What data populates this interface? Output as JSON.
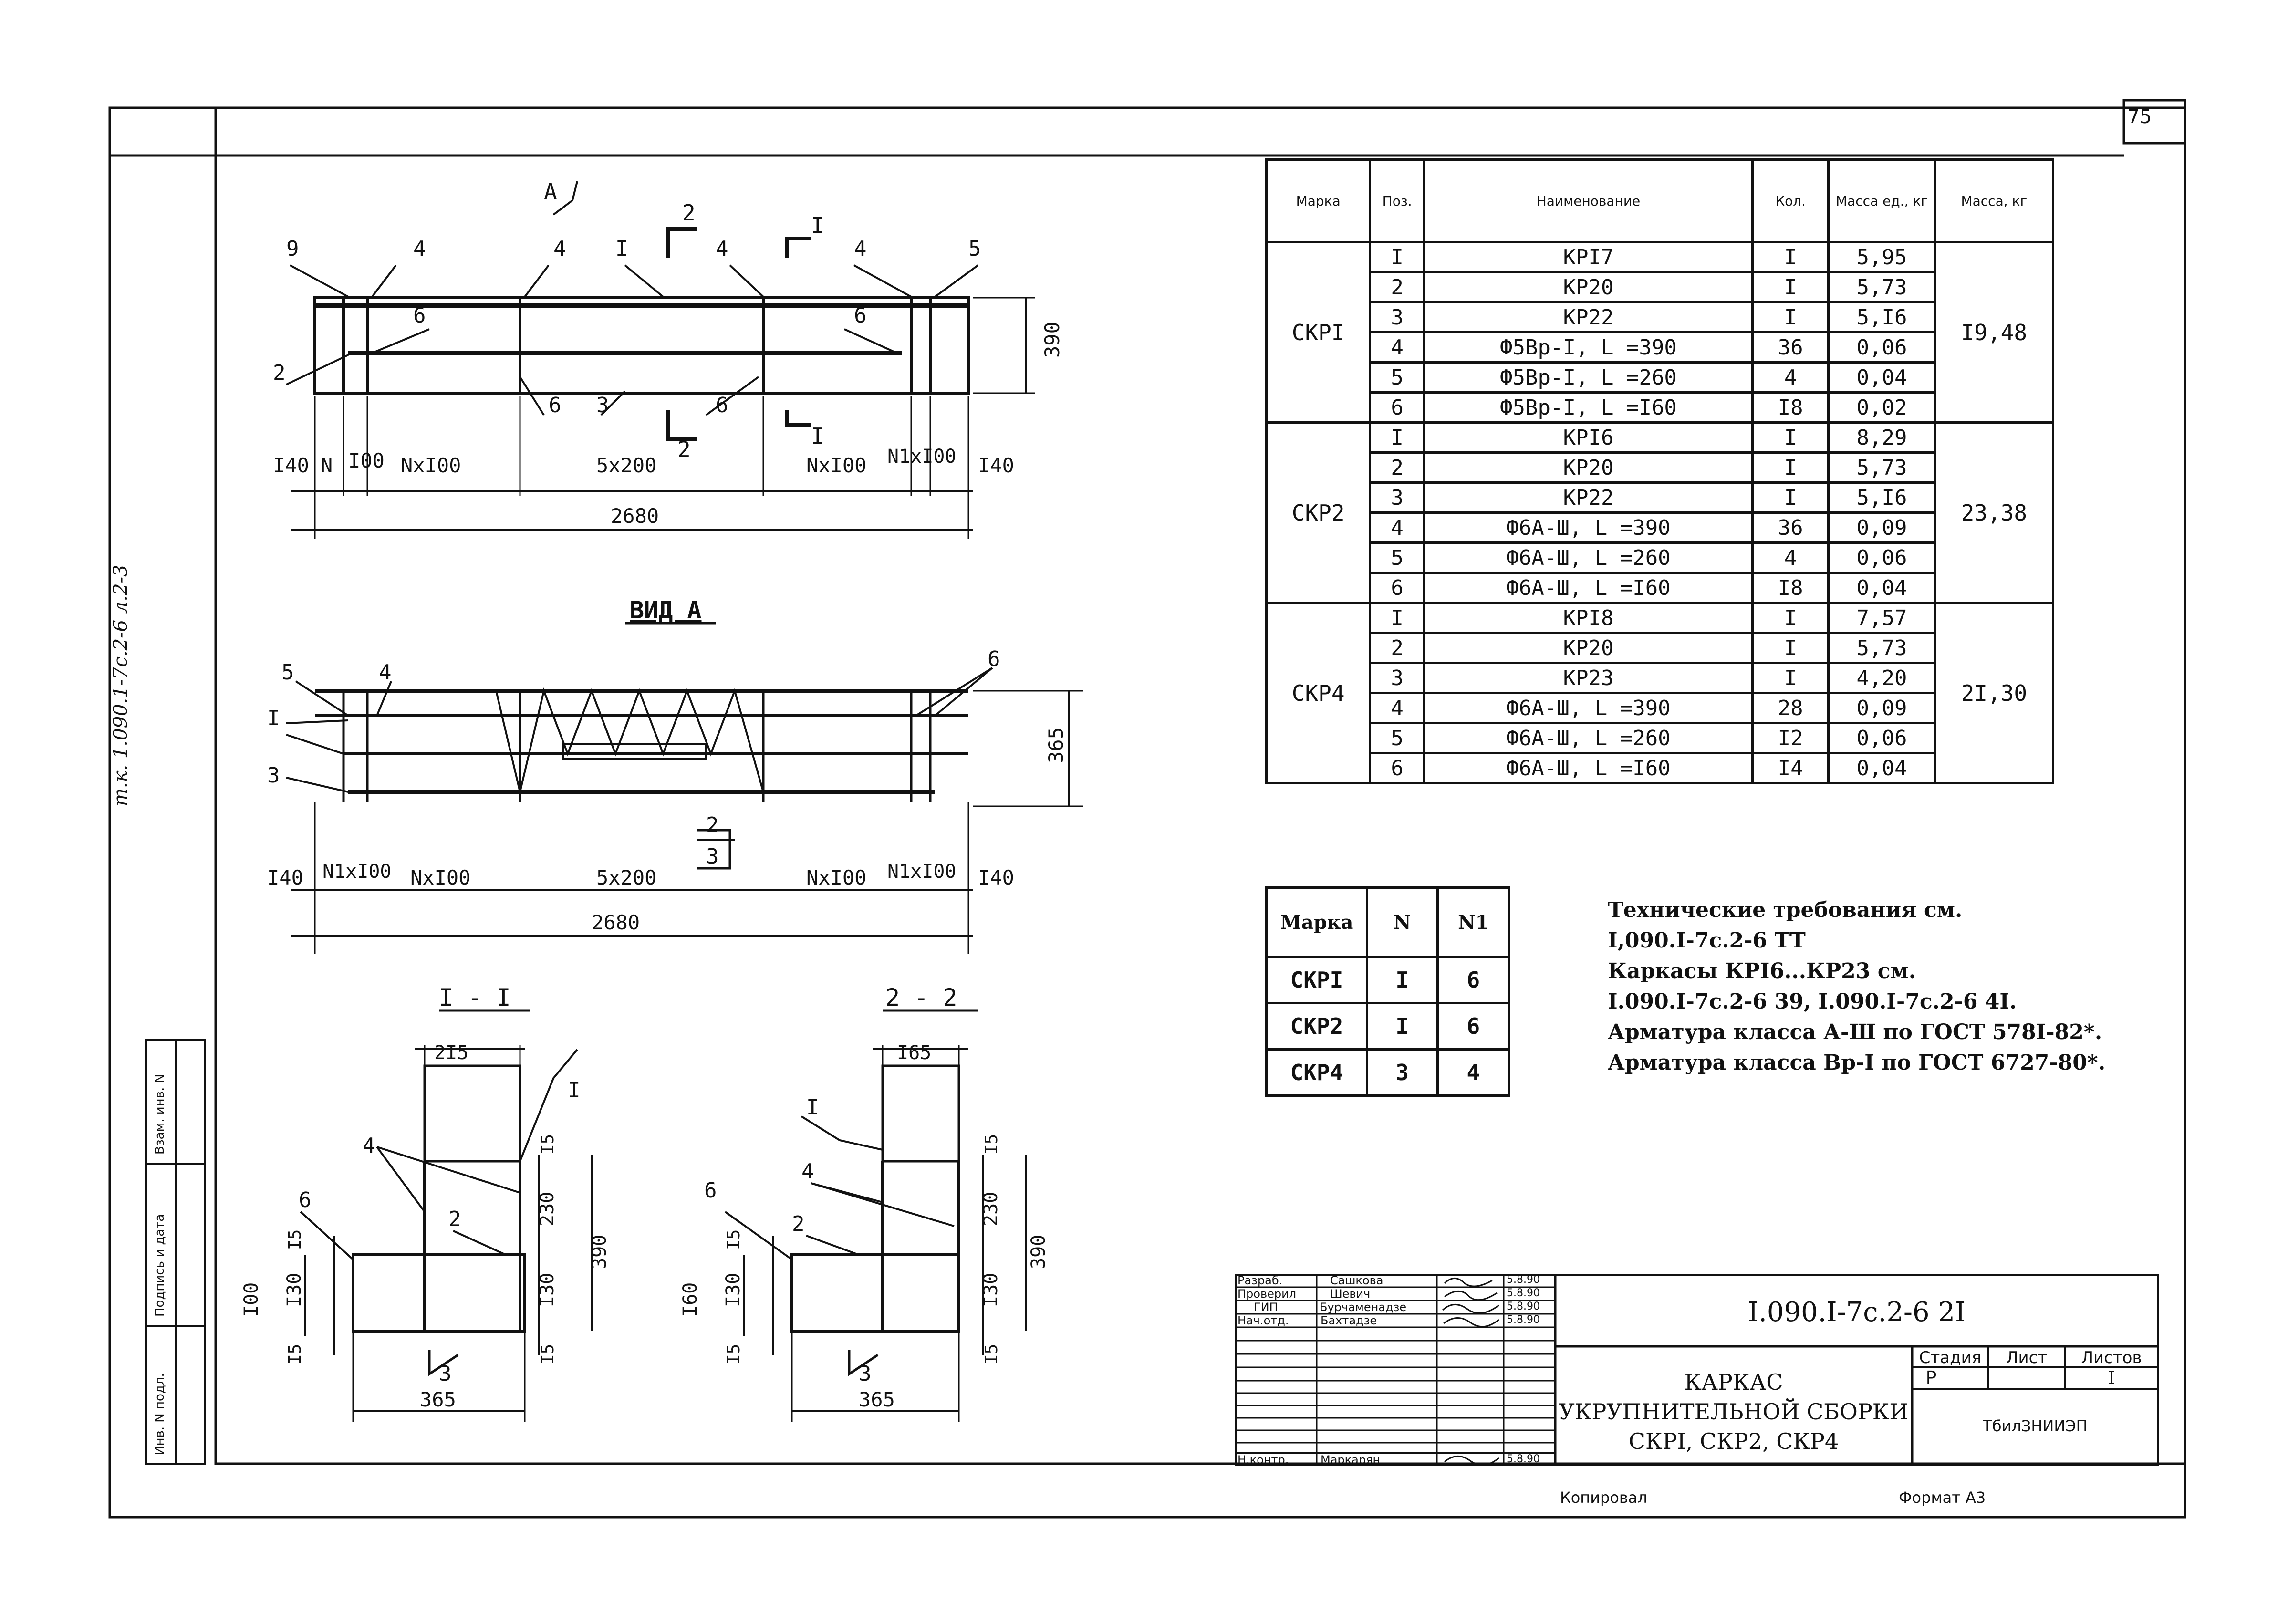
{
  "sheet_number": "75",
  "side_code": "т.к. 1.090.1-7с.2-6 л.2-3",
  "side_stamp_labels": [
    "Инв. N подл.",
    "Подпись и дата",
    "Взам. инв. N"
  ],
  "views": {
    "front": {
      "callouts": [
        "A",
        "2",
        "I",
        "9",
        "4",
        "4",
        "I",
        "4",
        "4",
        "5",
        "6",
        "6",
        "2",
        "6",
        "3",
        "6",
        "2",
        "I"
      ],
      "dims": [
        "I40",
        "N",
        "I00",
        "NxI00",
        "5x200",
        "NxI00",
        "N1xI00",
        "I40",
        "2680",
        "390"
      ]
    },
    "view_a": {
      "title": "ВИД А",
      "callouts": [
        "5",
        "4",
        "I",
        "3",
        "6",
        "2",
        "3"
      ],
      "dims": [
        "I40",
        "N1xI00",
        "NxI00",
        "5x200",
        "NxI00",
        "N1xI00",
        "I40",
        "2680",
        "365"
      ]
    },
    "section_1": {
      "title": "I - I",
      "callouts": [
        "I",
        "4",
        "6",
        "2",
        "3"
      ],
      "dims": [
        "2I5",
        "I5",
        "230",
        "390",
        "I5",
        "I30",
        "I30",
        "I00",
        "I5",
        "I5",
        "365"
      ]
    },
    "section_2": {
      "title": "2 - 2",
      "callouts": [
        "I",
        "4",
        "6",
        "2",
        "3"
      ],
      "dims": [
        "I65",
        "I5",
        "230",
        "390",
        "I5",
        "I30",
        "I30",
        "I60",
        "I5",
        "I5",
        "365"
      ]
    }
  },
  "spec": {
    "headers": [
      "Марка",
      "Поз.",
      "Наименование",
      "Кол.",
      "Масса ед., кг",
      "Масса, кг"
    ],
    "groups": [
      {
        "mark": "СКРI",
        "total": "I9,48",
        "rows": [
          [
            "I",
            "КРI7",
            "I",
            "5,95"
          ],
          [
            "2",
            "КР20",
            "I",
            "5,73"
          ],
          [
            "3",
            "КР22",
            "I",
            "5,I6"
          ],
          [
            "4",
            "Ф5Вр-I, L =390",
            "36",
            "0,06"
          ],
          [
            "5",
            "Ф5Вр-I, L =260",
            "4",
            "0,04"
          ],
          [
            "6",
            "Ф5Вр-I, L =I60",
            "I8",
            "0,02"
          ]
        ]
      },
      {
        "mark": "СКР2",
        "total": "23,38",
        "rows": [
          [
            "I",
            "КРI6",
            "I",
            "8,29"
          ],
          [
            "2",
            "КР20",
            "I",
            "5,73"
          ],
          [
            "3",
            "КР22",
            "I",
            "5,I6"
          ],
          [
            "4",
            "Ф6А-Ш, L =390",
            "36",
            "0,09"
          ],
          [
            "5",
            "Ф6А-Ш, L =260",
            "4",
            "0,06"
          ],
          [
            "6",
            "Ф6А-Ш, L =I60",
            "I8",
            "0,04"
          ]
        ]
      },
      {
        "mark": "СКР4",
        "total": "2I,30",
        "rows": [
          [
            "I",
            "КРI8",
            "I",
            "7,57"
          ],
          [
            "2",
            "КР20",
            "I",
            "5,73"
          ],
          [
            "3",
            "КР23",
            "I",
            "4,20"
          ],
          [
            "4",
            "Ф6А-Ш, L =390",
            "28",
            "0,09"
          ],
          [
            "5",
            "Ф6А-Ш, L =260",
            "I2",
            "0,06"
          ],
          [
            "6",
            "Ф6А-Ш, L =I60",
            "I4",
            "0,04"
          ]
        ]
      }
    ]
  },
  "nn_table": {
    "headers": [
      "Марка",
      "N",
      "N1"
    ],
    "rows": [
      [
        "СКРI",
        "I",
        "6"
      ],
      [
        "СКР2",
        "I",
        "6"
      ],
      [
        "СКР4",
        "3",
        "4"
      ]
    ]
  },
  "notes": [
    "Технические требования см.",
    "I,090.I-7с.2-6 ТТ",
    "Каркасы КРI6...КР23 см.",
    "I.090.I-7с.2-6 39, I.090.I-7с.2-6 4I.",
    "Арматура класса А-Ш по ГОСТ 578I-82*.",
    "Арматура класса Вр-I по ГОСТ 6727-80*."
  ],
  "title_block": {
    "roles": [
      "Разраб.",
      "Проверил",
      "ГИП",
      "Нач.отд.",
      "",
      "",
      "Н.контр."
    ],
    "names": [
      "Сашкова",
      "Шевич",
      "Бурчаменадзе",
      "Бахтадзе",
      "",
      "",
      "Маркарян"
    ],
    "dates": [
      "5.8.90",
      "5.8.90",
      "5.8.90",
      "5.8.90",
      "",
      "",
      "5.8.90"
    ],
    "doc_code": "I.090.I-7с.2-6 2I",
    "title_lines": [
      "КАРКАС",
      "УКРУПНИТЕЛЬНОЙ СБОРКИ",
      "СКРI, СКР2, СКР4"
    ],
    "stage_header": "Стадия",
    "sheet_header": "Лист",
    "sheets_header": "Листов",
    "stage": "Р",
    "sheets": "I",
    "org": "ТбилЗНИИЭП"
  },
  "footer": {
    "copied": "Копировал",
    "format": "Формат А3"
  }
}
